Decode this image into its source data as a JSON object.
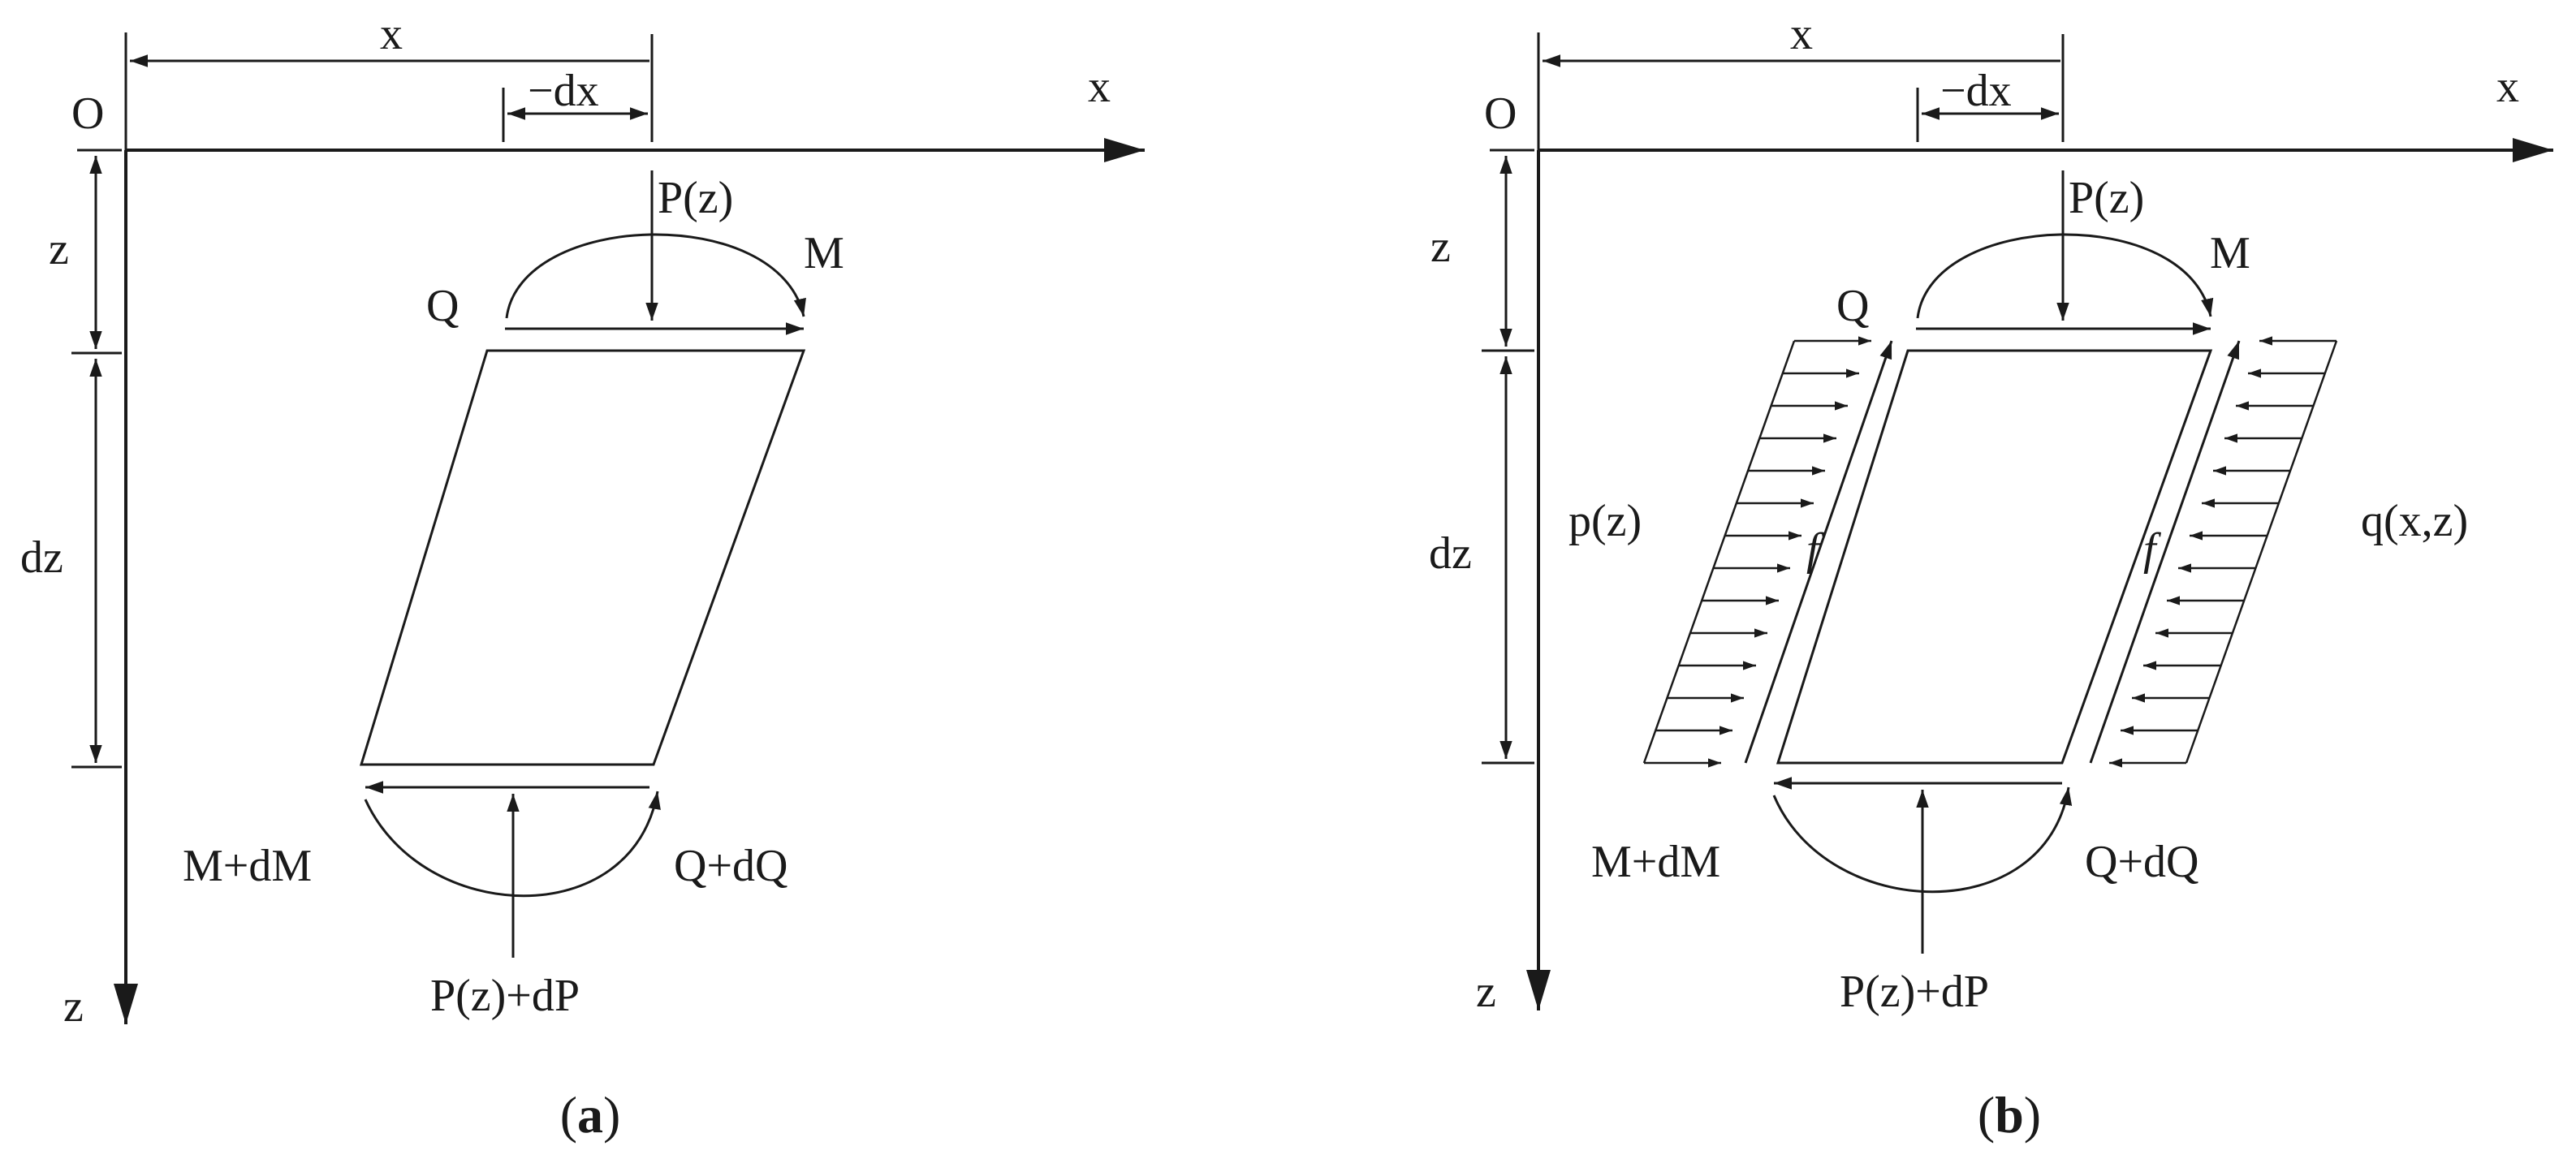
{
  "panels": [
    {
      "id": "a",
      "labels": {
        "origin": "O",
        "x_top": "x",
        "x_axis": "x",
        "neg_dx": "−dx",
        "z_axis": "z",
        "z_dim": "z",
        "dz_dim": "dz",
        "Pz": "P(z)",
        "M": "M",
        "Q": "Q",
        "MdM": "M+dM",
        "QdQ": "Q+dQ",
        "PzdP": "P(z)+dP"
      },
      "caption": {
        "open": "(",
        "letter": "a",
        "close": ")"
      }
    },
    {
      "id": "b",
      "labels": {
        "origin": "O",
        "x_top": "x",
        "x_axis": "x",
        "neg_dx": "−dx",
        "z_axis": "z",
        "z_dim": "z",
        "dz_dim": "dz",
        "Pz": "P(z)",
        "M": "M",
        "Q": "Q",
        "MdM": "M+dM",
        "QdQ": "Q+dQ",
        "PzdP": "P(z)+dP",
        "pz": "p(z)",
        "qxz": "q(x,z)",
        "f_left": "f",
        "f_right": "f"
      },
      "caption": {
        "open": "(",
        "letter": "b",
        "close": ")"
      }
    }
  ]
}
